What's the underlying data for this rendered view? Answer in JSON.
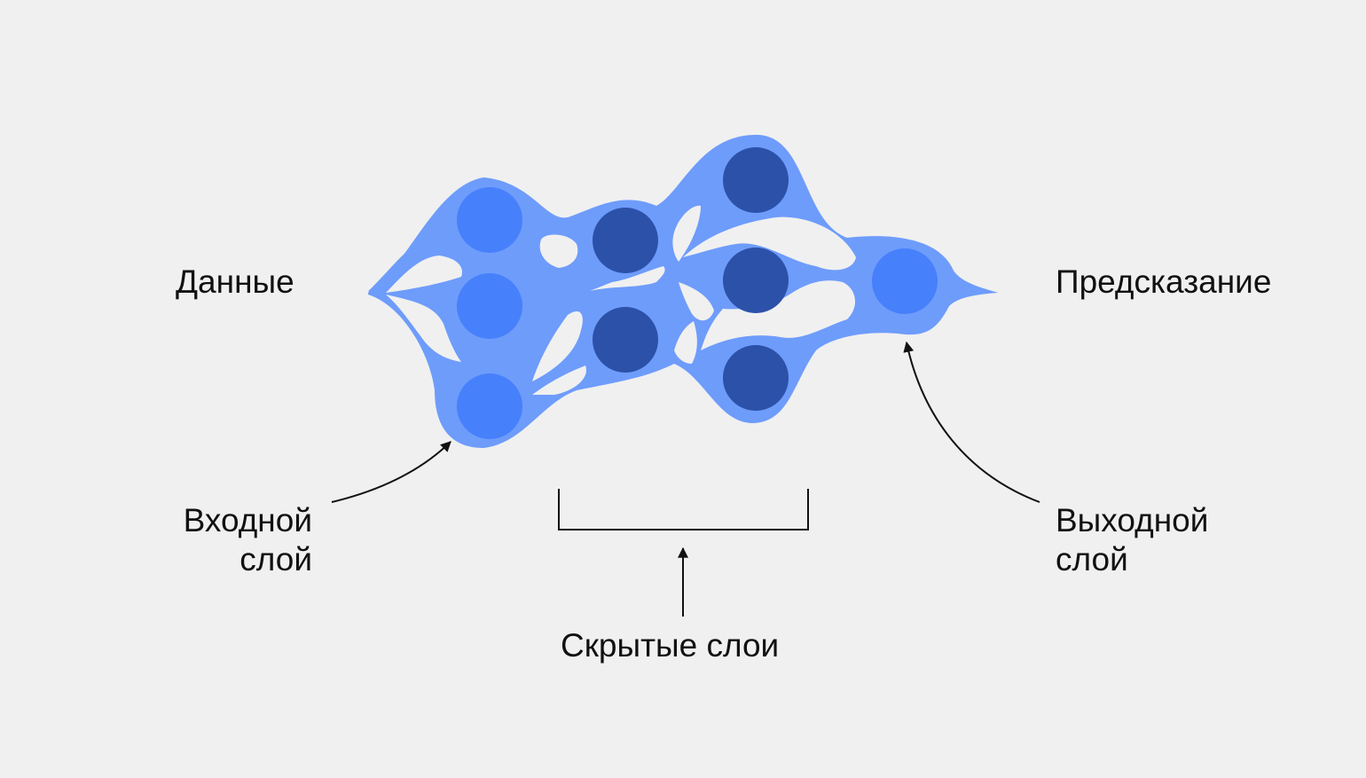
{
  "labels": {
    "data": "Данные",
    "prediction": "Предсказание",
    "input_layer": [
      "Входной",
      "слой"
    ],
    "hidden_layers": "Скрытые слои",
    "output_layer": [
      "Выходной",
      "слой"
    ]
  },
  "colors": {
    "background": "#f0f0f0",
    "membrane": "#6e9cfb",
    "input_node": "#4780fb",
    "hidden_node": "#2c51a9",
    "output_node": "#4780fb",
    "text": "#111111"
  },
  "network": {
    "layers": [
      {
        "name": "input",
        "nodes": 3
      },
      {
        "name": "hidden-1",
        "nodes": 2
      },
      {
        "name": "hidden-2",
        "nodes": 3
      },
      {
        "name": "output",
        "nodes": 1
      }
    ]
  }
}
